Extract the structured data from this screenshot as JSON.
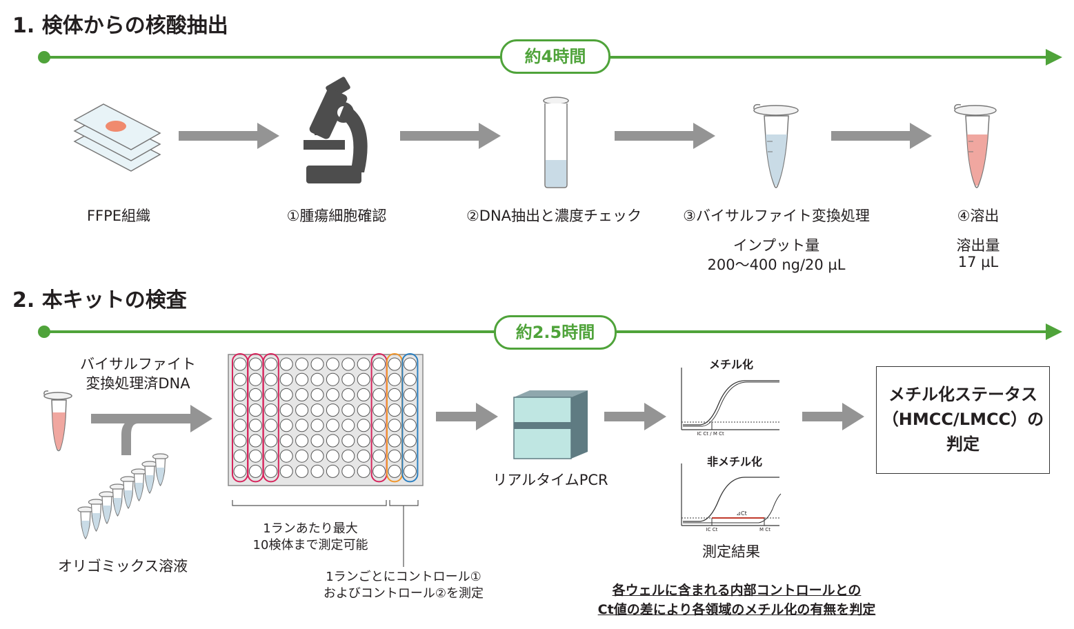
{
  "section1": {
    "title": "1. 検体からの核酸抽出",
    "duration": "約4時間",
    "steps": [
      {
        "label": "FFPE組織"
      },
      {
        "label": "①腫瘍細胞確認"
      },
      {
        "label": "②DNA抽出と濃度チェック"
      },
      {
        "label": "③バイサルファイト変換処理",
        "sub1": "インプット量",
        "sub2": "200～400 ng/20 µL"
      },
      {
        "label": "④溶出",
        "sub1": "溶出量",
        "sub2": "17 µL"
      }
    ]
  },
  "section2": {
    "title": "2. 本キットの検査",
    "duration": "約2.5時間",
    "inputs": {
      "bisulfite_dna_line1": "バイサルファイト",
      "bisulfite_dna_line2": "変換処理済DNA",
      "oligo_mix": "オリゴミックス溶液"
    },
    "plate": {
      "note_samples_line1": "1ランあたり最大",
      "note_samples_line2": "10検体まで測定可能",
      "note_controls_line1": "1ランごとにコントロール①",
      "note_controls_line2": "およびコントロール②を測定"
    },
    "pcr_label": "リアルタイムPCR",
    "graphs": {
      "methylated_title": "メチル化",
      "methylated_axis": "IC Ct / M Ct",
      "unmethylated_title": "非メチル化",
      "unmethylated_ic": "IC Ct",
      "unmethylated_m": "M Ct",
      "delta": "⊿Ct",
      "result_label": "測定結果"
    },
    "result": {
      "line1": "メチル化ステータス",
      "line2": "（HMCC/LMCC）の",
      "line3": "判定"
    },
    "conclusion_line1": "各ウェルに含まれる内部コントロールとの",
    "conclusion_line2": "Ct値の差により各領域のメチル化の有無を判定"
  },
  "colors": {
    "timeline_green": "#4fa33a",
    "arrow_gray": "#949494",
    "tube_pink": "#f0a7a0",
    "tube_blue": "#c9dbe6",
    "plate_magenta": "#d6245c",
    "plate_orange": "#f0952a",
    "plate_blue": "#2a7fc0",
    "pcr_teal": "#bfe6e2",
    "delta_red": "#c0392b"
  }
}
